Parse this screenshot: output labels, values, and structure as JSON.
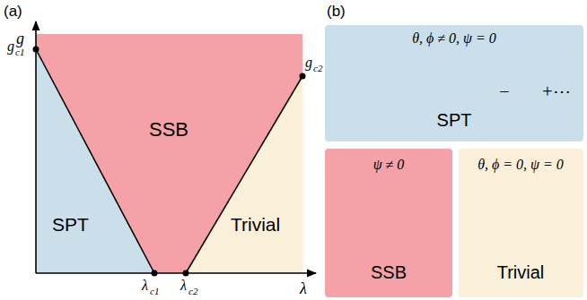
{
  "diagram": {
    "nodes": [
      {
        "text": [
          "θ, ϕ ≠ 0, ψ = 0",
          "−",
          "+⋯",
          "SPT"
        ]
      },
      {
        "text": [
          "ψ ≠ 0",
          "SSB"
        ]
      },
      {
        "text": [
          "θ, ϕ = 0, ψ = 0",
          "Trivial"
        ]
      }
    ],
    "labels": [
      "(a)",
      "g",
      "g",
      "c1",
      "g",
      "c2",
      "λ",
      "λ",
      "c1",
      "λ",
      "c2",
      "SSB",
      "SPT",
      "Trivial",
      "(b)"
    ]
  }
}
